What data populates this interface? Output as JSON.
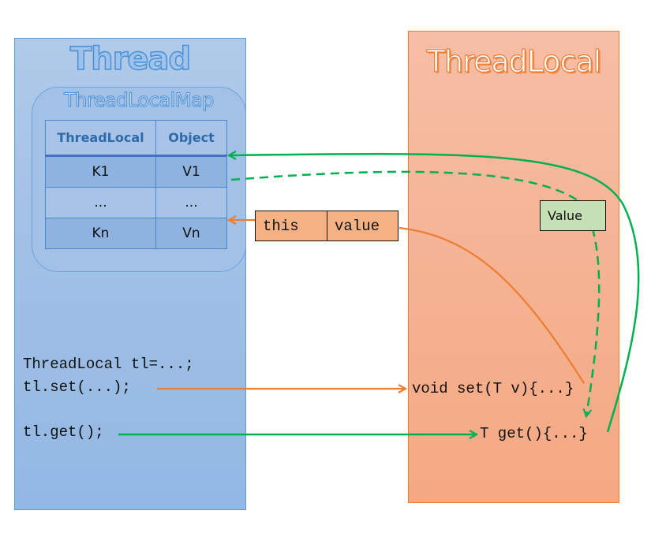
{
  "thread": {
    "title": "Thread",
    "map_title": "ThreadLocalMap",
    "table": {
      "headers": [
        "ThreadLocal",
        "Object"
      ],
      "rows": [
        [
          "K1",
          "V1"
        ],
        [
          "...",
          "..."
        ],
        [
          "Kn",
          "Vn"
        ]
      ]
    },
    "code": {
      "line1": "ThreadLocal tl=...;",
      "line2": "tl.set(...);",
      "line3": "tl.get();"
    }
  },
  "threadlocal": {
    "title": "ThreadLocal",
    "set_method": "void set(T v){...}",
    "get_method": "T get(){...}"
  },
  "entry": {
    "key": "this",
    "value": "value"
  },
  "value_box": "Value",
  "colors": {
    "thread_fill": "#a3c1e6",
    "thread_border": "#5b9bd5",
    "threadlocal_fill": "#f5b394",
    "threadlocal_border": "#ed7d31",
    "set_arrow": "#ed7d31",
    "get_arrow": "#00b050",
    "value_fill": "#c5e0b4"
  }
}
